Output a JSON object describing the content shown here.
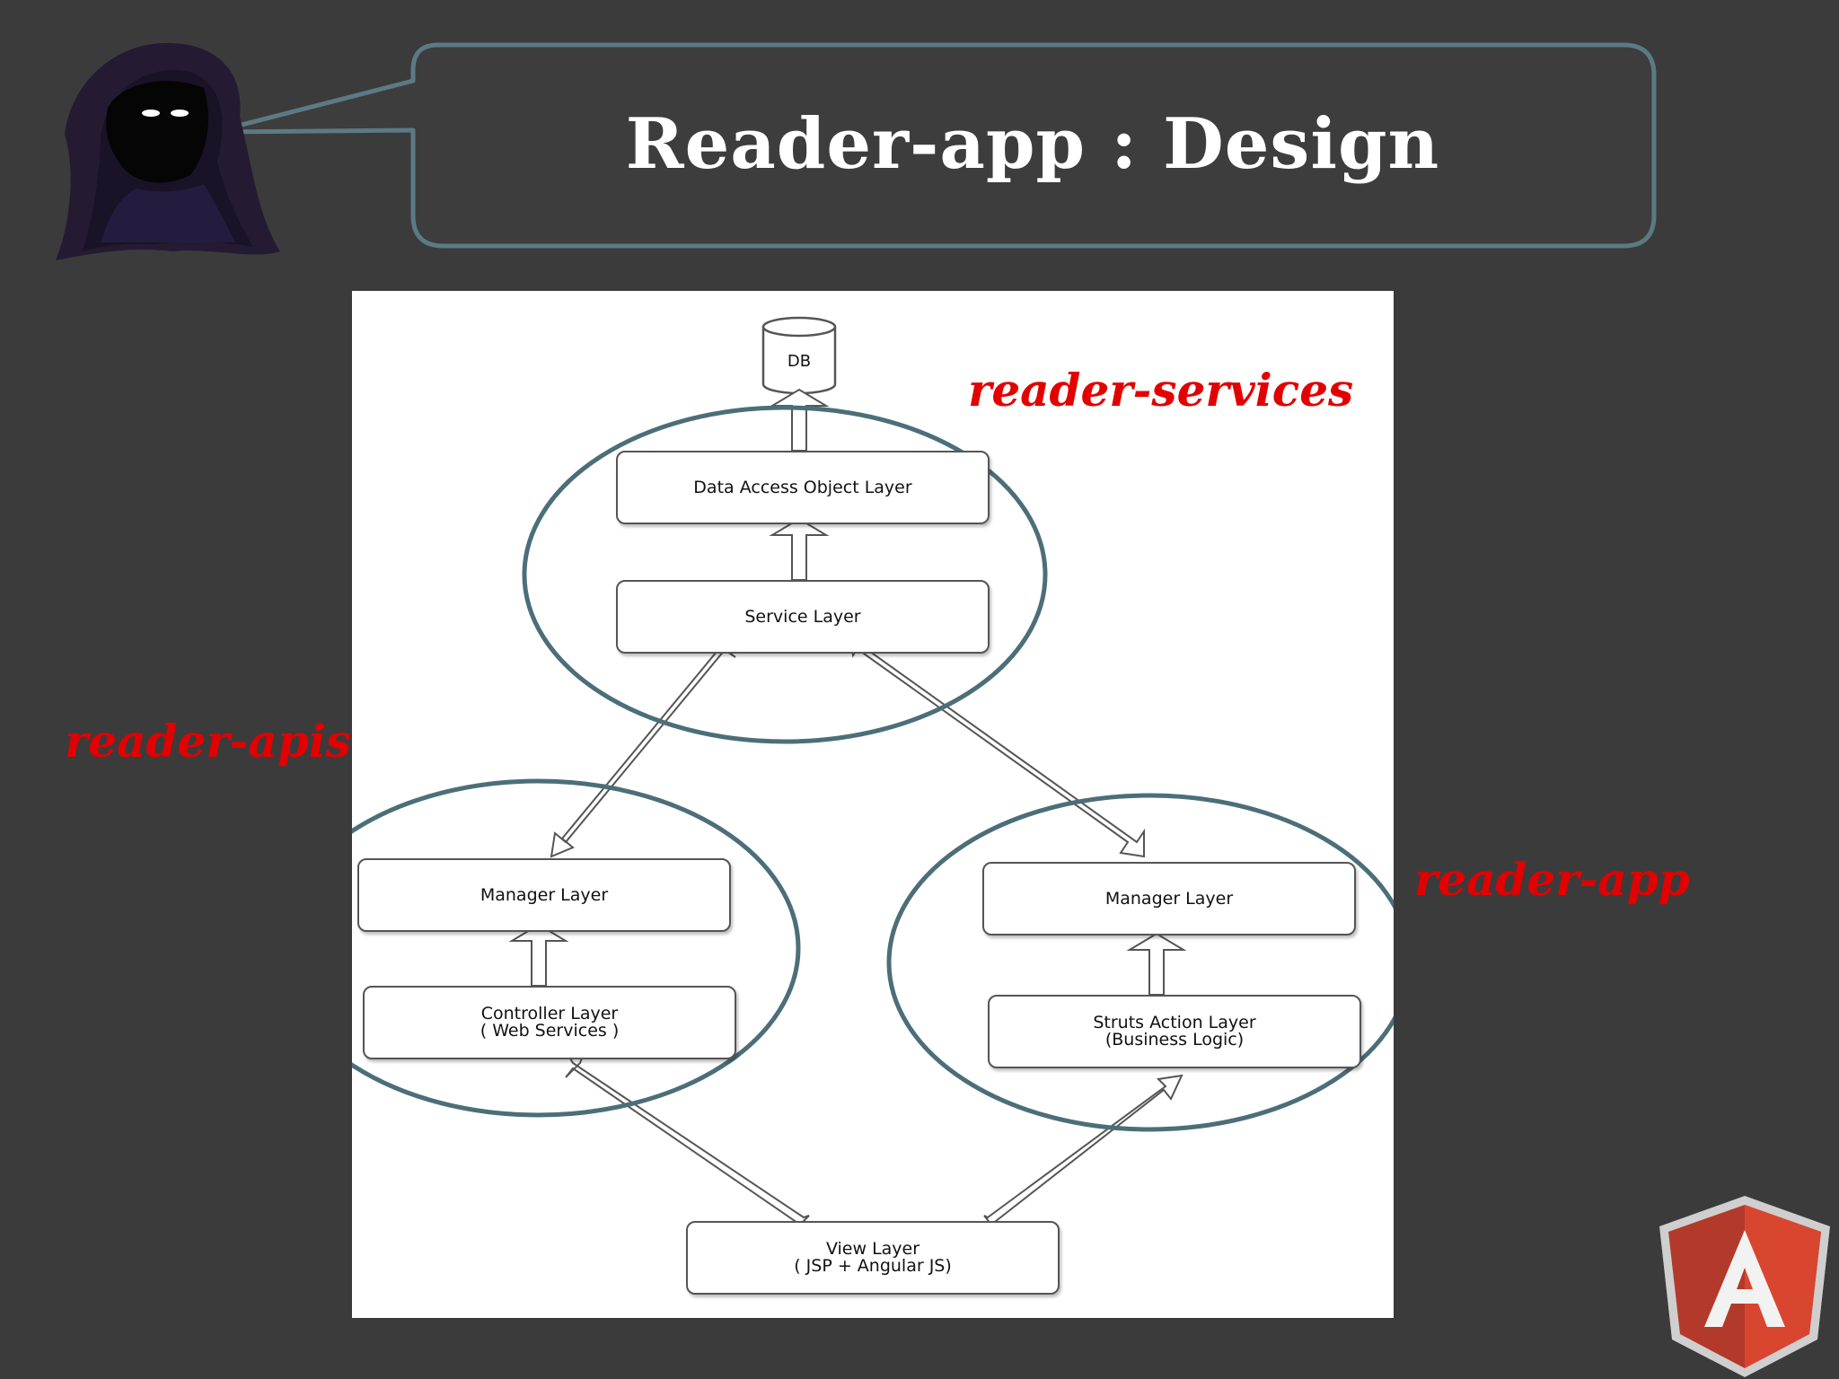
{
  "slide": {
    "title": "Reader-app : Design",
    "labels": {
      "services": "reader-services",
      "apis": "reader-apis",
      "app": "reader-app"
    }
  },
  "diagram": {
    "db": "DB",
    "dao_layer": "Data Access Object Layer",
    "service_layer": "Service Layer",
    "apis_manager_layer": "Manager Layer",
    "controller_layer_line1": "Controller Layer",
    "controller_layer_line2": "( Web Services )",
    "app_manager_layer": "Manager Layer",
    "struts_layer_line1": "Struts Action Layer",
    "struts_layer_line2": "(Business Logic)",
    "view_layer_line1": "View Layer",
    "view_layer_line2": "( JSP + Angular JS)"
  },
  "colors": {
    "background": "#3b3b3c",
    "accent_red": "#e30000",
    "ellipse_stroke": "#4c6e78",
    "callout_stroke": "#5b7a84"
  },
  "icons": {
    "avatar": "hooded-figure-icon",
    "logo": "angular-logo-icon"
  }
}
